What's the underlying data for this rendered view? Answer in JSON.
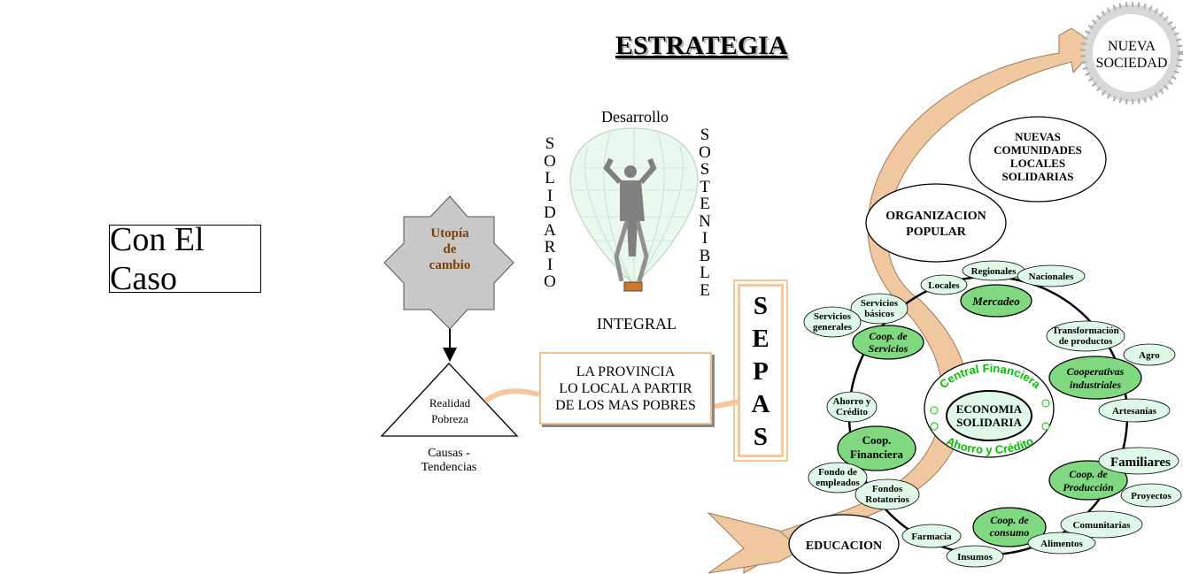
{
  "left_box": {
    "label": "Con El Caso"
  },
  "title": "ESTRATEGIA",
  "utopia": {
    "line1": "Utopía",
    "line2": "de",
    "line3": "cambio"
  },
  "reality": {
    "line1": "Realidad",
    "line2": "Pobreza",
    "below1": "Causas -",
    "below2": "Tendencias"
  },
  "balloon": {
    "top": "Desarrollo",
    "left": [
      "S",
      "O",
      "L",
      "I",
      "D",
      "A",
      "R",
      "I",
      "O"
    ],
    "right": [
      "S",
      "O",
      "S",
      "T",
      "E",
      "N",
      "I",
      "B",
      "L",
      "E"
    ],
    "bottom": "INTEGRAL"
  },
  "provincia": {
    "line1": "LA PROVINCIA",
    "line2": "LO LOCAL A PARTIR",
    "line3": "DE LOS MAS POBRES"
  },
  "sepas": [
    "S",
    "E",
    "P",
    "A",
    "S"
  ],
  "path": {
    "nueva_sociedad": [
      "NUEVA",
      "SOCIEDAD"
    ],
    "nuevas_comunidades": [
      "NUEVAS",
      "COMUNIDADES",
      "LOCALES",
      "SOLIDARIAS"
    ],
    "organizacion": [
      "ORGANIZACION",
      "POPULAR"
    ],
    "educacion": "EDUCACION"
  },
  "center": {
    "arc_top": "Central Financiera",
    "arc_bottom": "Ahorro y Crédito",
    "line1": "ECONOMIA",
    "line2": "SOLIDARIA"
  },
  "nodes": {
    "mercadeo": "Mercadeo",
    "coop_servicios": [
      "Coop. de",
      "Servicios"
    ],
    "coop_industriales": [
      "Cooperativas",
      "industriales"
    ],
    "coop_financiera": [
      "Coop.",
      "Financiera"
    ],
    "coop_produccion": [
      "Coop. de",
      "Producción"
    ],
    "coop_consumo": [
      "Coop. de",
      "consumo"
    ]
  },
  "leaves": {
    "regionales": "Regionales",
    "nacionales": "Nacionales",
    "locales": "Locales",
    "servicios_basicos": [
      "Servicios",
      "básicos"
    ],
    "servicios_generales": [
      "Servicios",
      "generales"
    ],
    "transformacion": [
      "Transformación",
      "de productos"
    ],
    "agro": "Agro",
    "artesanias": "Artesanías",
    "familiares": "Familiares",
    "proyectos": "Proyectos",
    "comunitarias": "Comunitarias",
    "alimentos": "Alimentos",
    "farmacia": "Farmacia",
    "insumos": "Insumos",
    "fondos_rotatorios": [
      "Fondos",
      "Rotatorios"
    ],
    "fondo_empleados": [
      "Fondo de",
      "empleados"
    ],
    "ahorro_credito": [
      "Ahorro y",
      "Crédito"
    ]
  },
  "colors": {
    "node_green": "#80d880",
    "leaf_green": "#e0f8e8",
    "path_tan": "#f0c8a0",
    "center_green": "#00c000",
    "utopia_gray": "#c8c8c8"
  }
}
